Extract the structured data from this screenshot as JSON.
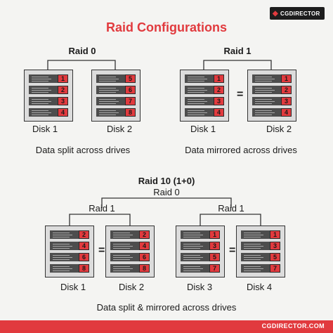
{
  "header": {
    "title": "Raid Configurations",
    "logo_text": "CGDIRECTOR"
  },
  "raid0": {
    "label": "Raid 0",
    "disks": [
      {
        "label": "Disk 1",
        "blocks": [
          "1",
          "2",
          "3",
          "4"
        ]
      },
      {
        "label": "Disk 2",
        "blocks": [
          "5",
          "6",
          "7",
          "8"
        ]
      }
    ],
    "caption": "Data split across drives"
  },
  "raid1": {
    "label": "Raid 1",
    "equals": "=",
    "disks": [
      {
        "label": "Disk 1",
        "blocks": [
          "1",
          "2",
          "3",
          "4"
        ]
      },
      {
        "label": "Disk 2",
        "blocks": [
          "1",
          "2",
          "3",
          "4"
        ]
      }
    ],
    "caption": "Data mirrored across drives"
  },
  "raid10": {
    "label": "Raid 10 (1+0)",
    "sublabel": "Raid 0",
    "group_label": "Raid 1",
    "equals": "=",
    "disks": [
      {
        "label": "Disk 1",
        "blocks": [
          "2",
          "4",
          "6",
          "8"
        ]
      },
      {
        "label": "Disk 2",
        "blocks": [
          "2",
          "4",
          "6",
          "8"
        ]
      },
      {
        "label": "Disk 3",
        "blocks": [
          "1",
          "3",
          "5",
          "7"
        ]
      },
      {
        "label": "Disk 4",
        "blocks": [
          "1",
          "3",
          "5",
          "7"
        ]
      }
    ],
    "caption": "Data split & mirrored across drives"
  },
  "footer": {
    "text": "CGDIRECTOR.COM"
  },
  "colors": {
    "accent": "#e13a3e",
    "disk_body": "#dcdcdc",
    "disk_row": "#4d4d4d",
    "background": "#f4f4f2"
  }
}
